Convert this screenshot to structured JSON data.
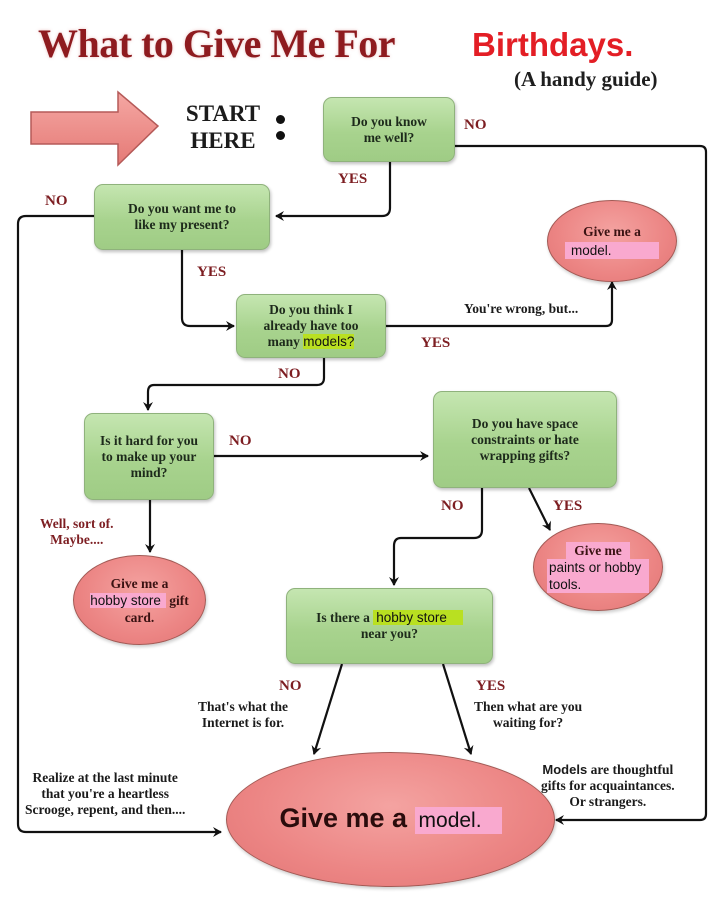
{
  "header": {
    "title": "What to Give Me For",
    "title_accent": "Birthdays.",
    "subtitle": "(A handy guide)"
  },
  "start": {
    "line1": "START",
    "line2": "HERE"
  },
  "nodes": {
    "know_me": "Do you know me well?",
    "like_present": "Do you want me to like my present?",
    "too_many_prefix": "Do you think I already have too many",
    "too_many_highlight": "models?",
    "hard_mind": "Is it hard for you to make up your mind?",
    "space": "Do you have space constraints or hate wrapping gifts?",
    "hobby_near_prefix": "Is there a",
    "hobby_near_highlight": "hobby store",
    "hobby_near_suffix": "near you?"
  },
  "outcomes": {
    "model_small": {
      "line1": "Give me a",
      "highlight": "model."
    },
    "gift_card": {
      "line1": "Give me a",
      "highlight": "hobby store",
      "after": " gift",
      "line3": "card."
    },
    "paints": {
      "line1": "Give me",
      "highlight1": "paints or hobby",
      "highlight2": "tools."
    },
    "final": {
      "text": "Give me a",
      "highlight": "model."
    }
  },
  "edge_labels": {
    "know_no": "NO",
    "know_yes": "YES",
    "like_no": "NO",
    "like_yes": "YES",
    "too_many_yes": "YES",
    "too_many_no": "NO",
    "youre_wrong": "You're wrong, but...",
    "hard_no": "NO",
    "well_sort_of_1": "Well, sort of.",
    "well_sort_of_2": "Maybe....",
    "space_no": "NO",
    "space_yes": "YES",
    "hobby_no": "NO",
    "hobby_yes": "YES",
    "internet_1": "That's what the",
    "internet_2": "Internet is for.",
    "waiting_1": "Then what are you",
    "waiting_2": "waiting for?",
    "realize_1": "Realize at the last minute",
    "realize_2": "that you're a heartless",
    "realize_3": "Scrooge, repent, and then....",
    "models_prefix": "Models",
    "models_1_rest": " are thoughtful",
    "models_2": "gifts for acquaintances.",
    "models_3": "Or strangers."
  },
  "colors": {
    "title": "#8e1b1f",
    "title_accent": "#e31e25",
    "decision_fill": "#a8d38e",
    "outcome_fill": "#ec8584",
    "label_red": "#7d1e22",
    "highlight_pink": "#f9a9cf",
    "highlight_green": "#b9e021"
  }
}
